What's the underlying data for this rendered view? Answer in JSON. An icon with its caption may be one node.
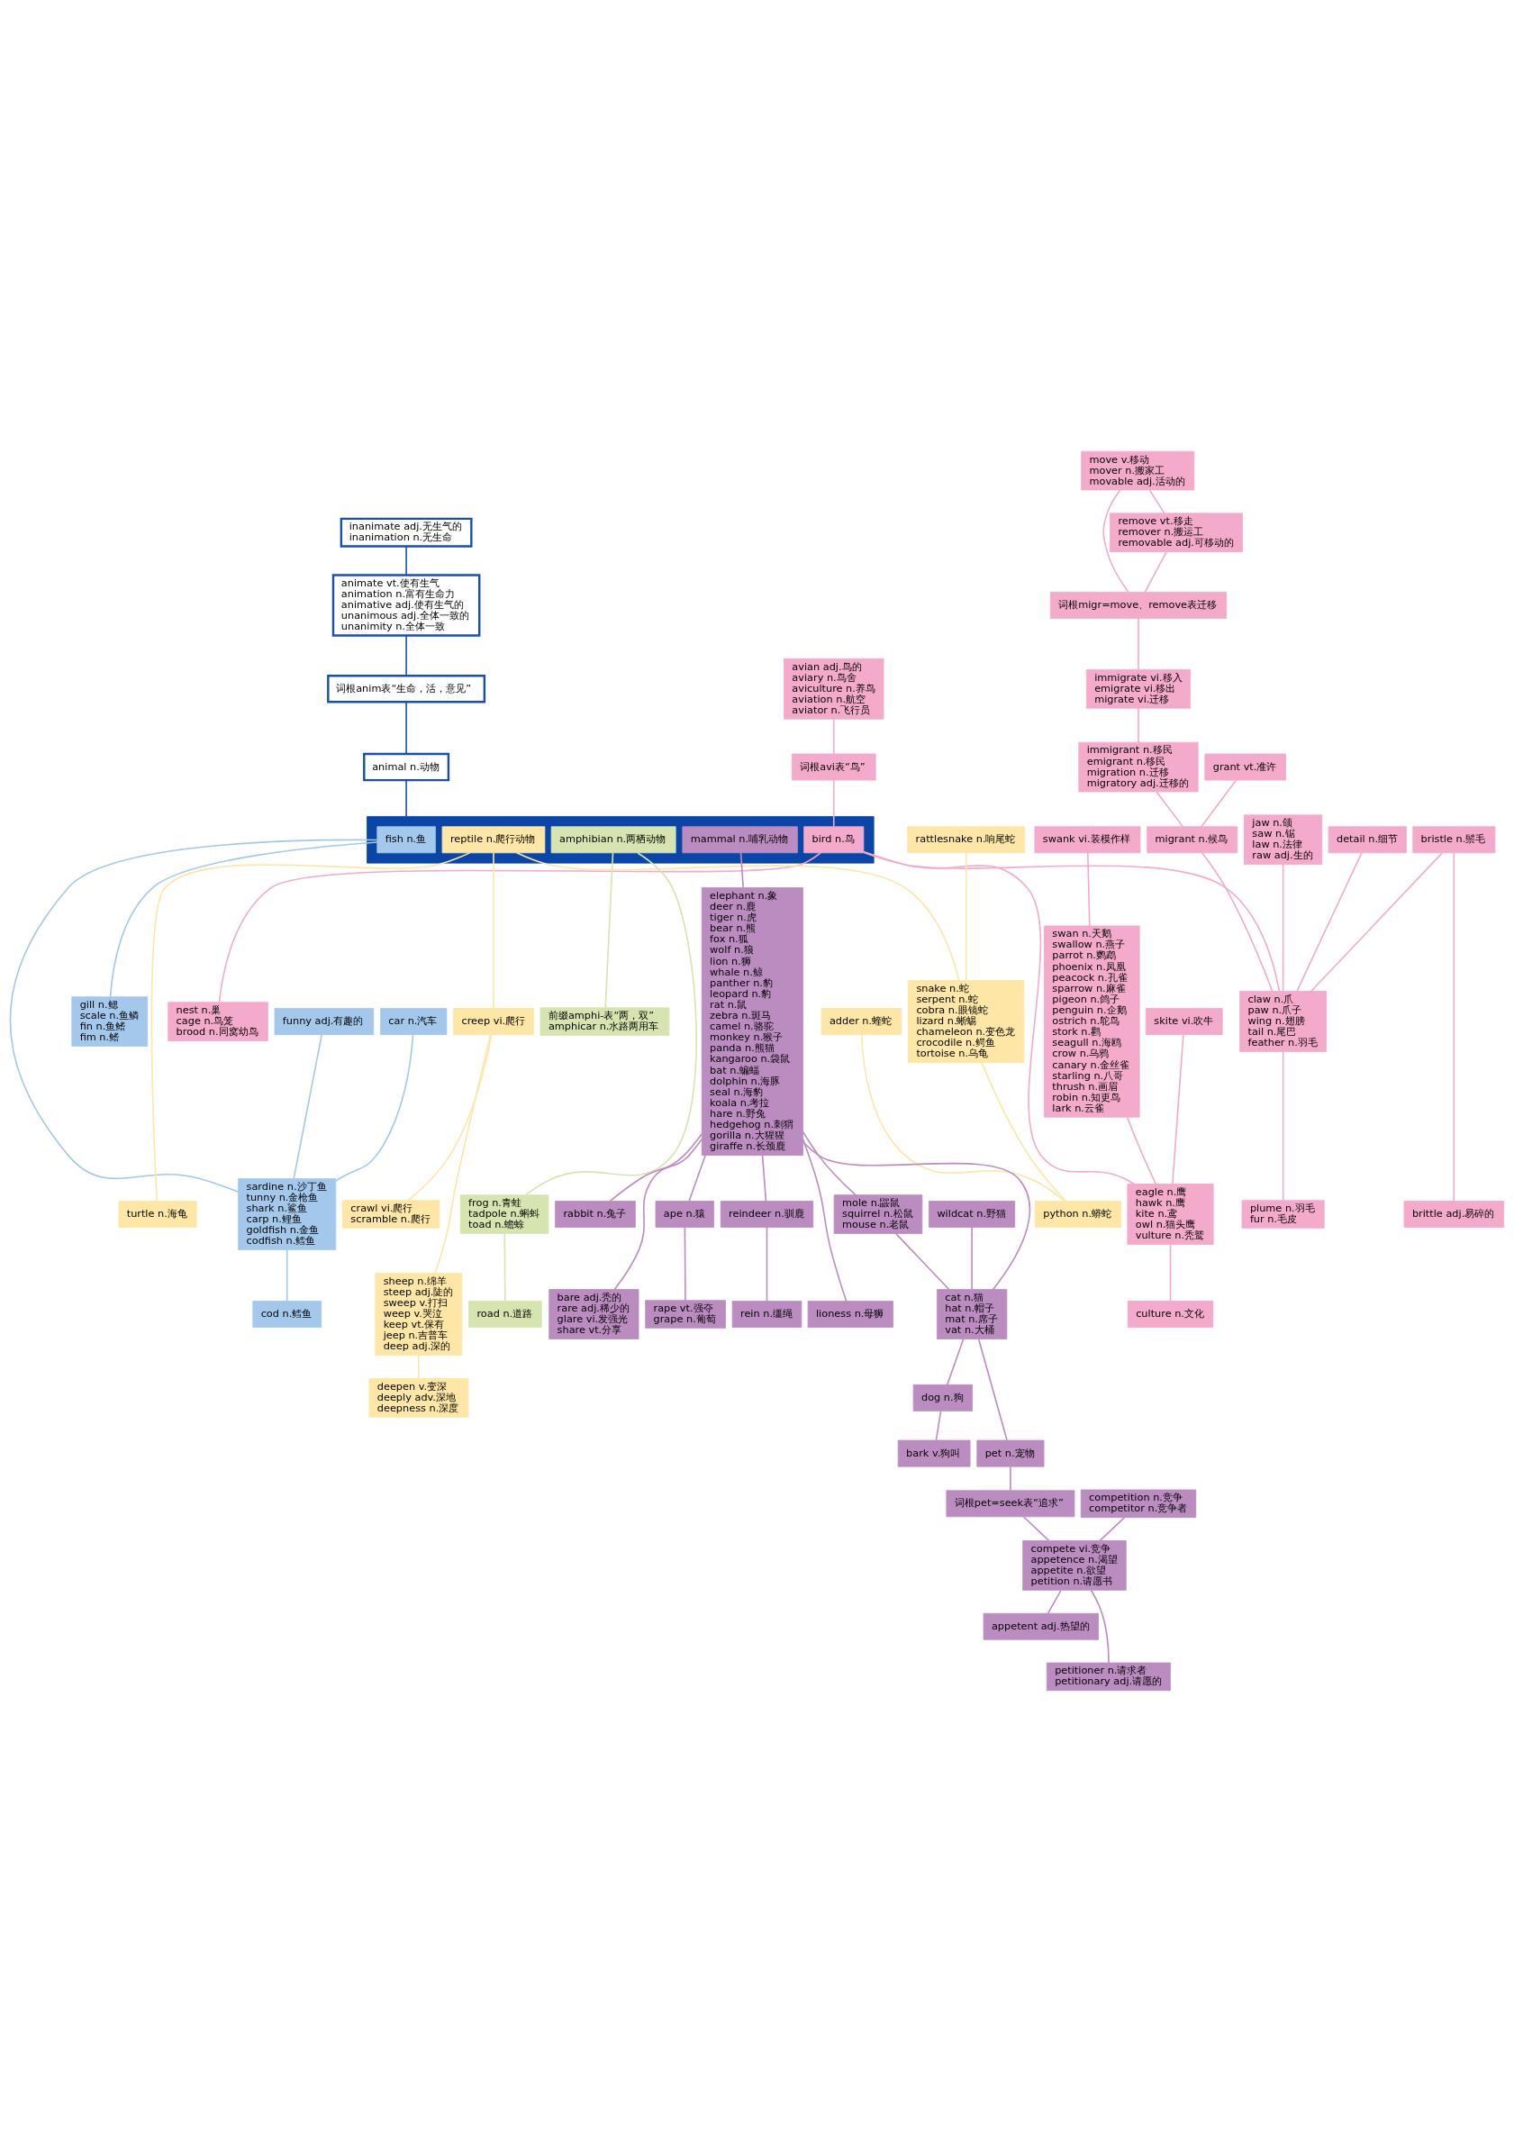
{
  "diagram": {
    "nodes": [
      {
        "text": [
          "inanimate adj.无生气的",
          "inanimation n.无生命"
        ]
      },
      {
        "text": [
          "animate vt.使有生气",
          "animation n.富有生命力",
          "animative adj.使有生气的",
          "unanimous adj.全体一致的",
          "unanimity n.全体一致"
        ]
      },
      {
        "text": [
          "词根anim表“生命，活，意见”"
        ]
      },
      {
        "text": [
          "animal n.动物"
        ]
      },
      {
        "text": [
          "move v.移动",
          "mover n.搬家工",
          "movable adj.活动的"
        ]
      },
      {
        "text": [
          "remove vt.移走",
          "remover n.搬运工",
          "removable adj.可移动的"
        ]
      },
      {
        "text": [
          "词根migr=move、remove表迁移"
        ]
      },
      {
        "text": [
          "immigrate vi.移入",
          "emigrate vi.移出",
          "migrate vi.迁移"
        ]
      },
      {
        "text": [
          "immigrant n.移民",
          "emigrant n.移民",
          "migration n.迁移",
          "migratory adj.迁移的"
        ]
      },
      {
        "text": [
          "swank vi.装模作样"
        ]
      },
      {
        "text": [
          "swan n.天鹅",
          "swallow n.燕子",
          "parrot n.鹦鹉",
          "phoenix n.凤凰",
          "peacock n.孔雀",
          "sparrow n.麻雀",
          "pigeon n.鸽子",
          "penguin n.企鹅",
          "ostrich n.鸵鸟",
          "stork n.鹳",
          "seagull n.海鸥",
          "crow n.乌鸦",
          "canary n.金丝雀",
          "starling n.八哥",
          "thrush n.画眉",
          "robin n.知更鸟",
          "lark n.云雀"
        ]
      },
      {
        "text": [
          "funny adj.有趣的"
        ]
      },
      {
        "text": [
          "gill n.鳃",
          "scale n.鱼鳞",
          "fin n.鱼鳍",
          "fim n.鳍"
        ]
      },
      {
        "text": [
          "sardine n.沙丁鱼",
          "tunny n.金枪鱼",
          "shark n.鲨鱼",
          "carp n.鲤鱼",
          "goldfish n.金鱼",
          "codfish n.鳕鱼"
        ]
      },
      {
        "text": [
          "car n.汽车"
        ]
      },
      {
        "text": [
          "cod n.鳕鱼"
        ]
      },
      {
        "text": [
          "grant vt.准许"
        ]
      },
      {
        "text": [
          "migrant n.候鸟"
        ]
      },
      {
        "text": [
          "jaw n.颌",
          "saw n.锯",
          "law n.法律",
          "raw adj.生的"
        ]
      },
      {
        "text": [
          "claw n.爪",
          "paw n.爪子",
          "wing n.翅膀",
          "tail n.尾巴",
          "feather n.羽毛"
        ]
      },
      {
        "text": [
          "detail n.细节"
        ]
      },
      {
        "text": [
          "bristle n.鬃毛"
        ]
      },
      {
        "text": [
          "brittle adj.易碎的"
        ]
      },
      {
        "text": [
          "plume n.羽毛",
          "fur n.毛皮"
        ]
      },
      {
        "text": [
          "avian adj.鸟的",
          "aviary n.鸟舍",
          "aviculture n.养鸟",
          "aviation n.航空",
          "aviator n.飞行员"
        ]
      },
      {
        "text": [
          "词根avi表“鸟”"
        ]
      },
      {
        "text": [],
        "shape": "box"
      },
      {
        "text": [
          "fish n.鱼"
        ],
        "in": 26
      },
      {
        "text": [
          "bird n.鸟"
        ],
        "in": 26
      },
      {
        "text": [
          "reptile n.爬行动物"
        ],
        "in": 26
      },
      {
        "text": [
          "amphibian n.两栖动物"
        ],
        "in": 26
      },
      {
        "text": [
          "mammal n.哺乳动物"
        ],
        "in": 26
      },
      {
        "text": [
          "skite vi.吹牛"
        ]
      },
      {
        "text": [
          "eagle n.鹰",
          "hawk n.鹰",
          "kite n.鸢",
          "owl n.猫头鹰",
          "vulture n.秃鹫"
        ]
      },
      {
        "text": [
          "culture n.文化"
        ]
      },
      {
        "text": [
          "nest n.巢",
          "cage n.鸟笼",
          "brood n.同窝幼鸟"
        ]
      },
      {
        "text": [
          "adder n.蝰蛇"
        ]
      },
      {
        "text": [
          "elephant n.象",
          "deer n.鹿",
          "tiger n.虎",
          "bear n.熊",
          "fox n.狐",
          "wolf n.狼",
          "lion n.狮",
          "whale n.鲸",
          "panther n.豹",
          "leopard n.豹",
          "rat n.鼠",
          "zebra n.斑马",
          "camel n.骆驼",
          "monkey n.猴子",
          "panda n.熊猫",
          "kangaroo n.袋鼠",
          "bat n.蝙蝠",
          "dolphin n.海豚",
          "seal n.海豹",
          "koala n.考拉",
          "hare n.野兔",
          "hedgehog n.刺猬",
          "gorilla n.大猩猩",
          "giraffe n.长颈鹿"
        ]
      },
      {
        "text": [
          "reindeer n.驯鹿"
        ]
      },
      {
        "text": [
          "rein n.缰绳"
        ]
      },
      {
        "text": [
          "lioness n.母狮"
        ]
      },
      {
        "text": [
          "mole n.鼹鼠",
          "squirrel n.松鼠",
          "mouse n.老鼠"
        ]
      },
      {
        "text": [
          "wildcat n.野猫"
        ]
      },
      {
        "text": [
          "cat n.猫",
          "hat n.帽子",
          "mat n.席子",
          "vat n.大桶"
        ]
      },
      {
        "text": [
          "dog n.狗"
        ]
      },
      {
        "text": [
          "bark v.狗叫"
        ]
      },
      {
        "text": [
          "pet n.宠物"
        ]
      },
      {
        "text": [
          "前缀amphi-表“两，双”",
          "amphicar n.水路两用车"
        ]
      },
      {
        "text": [
          "frog n.青蛙",
          "tadpole n.蝌蚪",
          "toad n.蟾蜍"
        ]
      },
      {
        "text": [
          "road n.道路"
        ]
      },
      {
        "text": [
          "rattlesnake n.响尾蛇"
        ]
      },
      {
        "text": [
          "snake n.蛇",
          "serpent n.蛇",
          "cobra n.眼镜蛇",
          "lizard n.蜥蜴",
          "chameleon n.变色龙",
          "crocodile n.鳄鱼",
          "tortoise n.乌龟"
        ]
      },
      {
        "text": [
          "python n.蟒蛇"
        ]
      },
      {
        "text": [
          "turtle n.海龟"
        ]
      },
      {
        "text": [
          "词根pet=seek表“追求”"
        ]
      },
      {
        "text": [
          "competition n.竞争",
          "competitor n.竞争者"
        ]
      },
      {
        "text": [
          "compete vi.竞争",
          "appetence n.渴望",
          "appetite n.欲望",
          "petition n.请愿书"
        ]
      },
      {
        "text": [
          "appetent adj.热望的"
        ]
      },
      {
        "text": [
          "petitioner n.请求者",
          "petitionary adj.请愿的"
        ]
      },
      {
        "text": [
          "rabbit n.兔子"
        ]
      },
      {
        "text": [
          "bare adj.秃的",
          "rare adj.稀少的",
          "glare vi.发强光",
          "share vt.分享"
        ]
      },
      {
        "text": [
          "ape n.猿"
        ]
      },
      {
        "text": [
          "rape vt.强夺",
          "grape n.葡萄"
        ]
      },
      {
        "text": [
          "creep vi.爬行"
        ]
      },
      {
        "text": [
          "crawl vi.爬行",
          "scramble n.爬行"
        ]
      },
      {
        "text": [
          "sheep n.绵羊",
          "steep adj.陡的",
          "sweep v.打扫",
          "weep v.哭泣",
          "keep vt.保有",
          "jeep n.吉普车",
          "deep adj.深的"
        ]
      },
      {
        "text": [
          "deepen v.变深",
          "deeply adv.深地",
          "deepness n.深度"
        ]
      }
    ],
    "edges": [
      {
        "from": 0,
        "to": 1,
        "arrow": "none",
        "color": "#1a4fb0"
      },
      {
        "from": 1,
        "to": 2,
        "arrow": "none",
        "color": "#1a4fb0"
      },
      {
        "from": 2,
        "to": 3,
        "arrow": "none",
        "color": "#1a4fb0"
      },
      {
        "from": 3,
        "to": 26,
        "arrow": "none",
        "color": "#1a4fb0"
      },
      {
        "from": 4,
        "to": 5,
        "arrow": "none"
      },
      {
        "from": 4,
        "to": 6,
        "arrow": "none"
      },
      {
        "from": 5,
        "to": 6,
        "arrow": "none"
      },
      {
        "from": 6,
        "to": 7,
        "arrow": "none"
      },
      {
        "from": 7,
        "to": 8,
        "arrow": "none"
      },
      {
        "from": 8,
        "to": 17,
        "arrow": "none"
      },
      {
        "from": 16,
        "to": 17,
        "arrow": "none"
      },
      {
        "from": 17,
        "to": 19,
        "arrow": "none"
      },
      {
        "from": 28,
        "to": 19,
        "arrow": "none"
      },
      {
        "from": 18,
        "to": 19,
        "arrow": "none"
      },
      {
        "from": 20,
        "to": 19,
        "arrow": "none"
      },
      {
        "from": 21,
        "to": 19,
        "arrow": "none"
      },
      {
        "from": 21,
        "to": 22,
        "arrow": "none"
      },
      {
        "from": 19,
        "to": 23,
        "arrow": "none"
      },
      {
        "from": 28,
        "to": 33,
        "arrow": "none"
      },
      {
        "from": 32,
        "to": 33,
        "arrow": "none"
      },
      {
        "from": 10,
        "to": 33,
        "arrow": "none"
      },
      {
        "from": 9,
        "to": 10,
        "arrow": "none"
      },
      {
        "from": 33,
        "to": 34,
        "arrow": "none"
      },
      {
        "from": 28,
        "to": 35,
        "arrow": "none"
      },
      {
        "from": 25,
        "to": 28,
        "arrow": "none"
      },
      {
        "from": 24,
        "to": 25,
        "arrow": "none"
      },
      {
        "from": 27,
        "to": 12,
        "arrow": "none",
        "color": "#a3c8ec"
      },
      {
        "from": 27,
        "to": 13,
        "arrow": "none",
        "color": "#a3c8ec"
      },
      {
        "from": 11,
        "to": 13,
        "arrow": "none",
        "color": "#a3c8ec"
      },
      {
        "from": 14,
        "to": 13,
        "arrow": "none",
        "color": "#a3c8ec"
      },
      {
        "from": 13,
        "to": 15,
        "arrow": "none",
        "color": "#a3c8ec"
      },
      {
        "from": 31,
        "to": 37,
        "arrow": "none",
        "color": "#bb8cc0"
      },
      {
        "from": 37,
        "to": 38,
        "arrow": "none",
        "color": "#bb8cc0"
      },
      {
        "from": 38,
        "to": 39,
        "arrow": "none",
        "color": "#bb8cc0"
      },
      {
        "from": 37,
        "to": 40,
        "arrow": "none",
        "color": "#bb8cc0"
      },
      {
        "from": 37,
        "to": 41,
        "arrow": "none",
        "color": "#bb8cc0"
      },
      {
        "from": 37,
        "to": 43,
        "arrow": "none",
        "color": "#bb8cc0"
      },
      {
        "from": 41,
        "to": 43,
        "arrow": "none",
        "color": "#bb8cc0"
      },
      {
        "from": 42,
        "to": 43,
        "arrow": "none",
        "color": "#bb8cc0"
      },
      {
        "from": 43,
        "to": 44,
        "arrow": "none",
        "color": "#bb8cc0"
      },
      {
        "from": 44,
        "to": 45,
        "arrow": "none",
        "color": "#bb8cc0"
      },
      {
        "from": 43,
        "to": 46,
        "arrow": "none",
        "color": "#bb8cc0"
      },
      {
        "from": 46,
        "to": 54,
        "arrow": "none",
        "color": "#bb8cc0"
      },
      {
        "from": 54,
        "to": 56,
        "arrow": "none",
        "color": "#bb8cc0"
      },
      {
        "from": 55,
        "to": 56,
        "arrow": "none",
        "color": "#bb8cc0"
      },
      {
        "from": 56,
        "to": 57,
        "arrow": "none",
        "color": "#bb8cc0"
      },
      {
        "from": 56,
        "to": 58,
        "arrow": "none",
        "color": "#bb8cc0"
      },
      {
        "from": 37,
        "to": 59,
        "arrow": "none",
        "color": "#bb8cc0"
      },
      {
        "from": 37,
        "to": 60,
        "arrow": "none",
        "color": "#bb8cc0"
      },
      {
        "from": 37,
        "to": 61,
        "arrow": "none",
        "color": "#bb8cc0"
      },
      {
        "from": 61,
        "to": 62,
        "arrow": "none",
        "color": "#bb8cc0"
      },
      {
        "from": 30,
        "to": 47,
        "arrow": "none",
        "color": "#d6e5b0"
      },
      {
        "from": 30,
        "to": 48,
        "arrow": "none",
        "color": "#d6e5b0"
      },
      {
        "from": 48,
        "to": 49,
        "arrow": "none",
        "color": "#d6e5b0"
      },
      {
        "from": 29,
        "to": 51,
        "arrow": "none",
        "color": "#fde6a6"
      },
      {
        "from": 29,
        "to": 53,
        "arrow": "none",
        "color": "#fde6a6"
      },
      {
        "from": 29,
        "to": 63,
        "arrow": "none",
        "color": "#fde6a6"
      },
      {
        "from": 50,
        "to": 51,
        "arrow": "none",
        "color": "#fde6a6"
      },
      {
        "from": 51,
        "to": 52,
        "arrow": "none",
        "color": "#fde6a6"
      },
      {
        "from": 36,
        "to": 52,
        "arrow": "none",
        "color": "#fde6a6"
      },
      {
        "from": 63,
        "to": 64,
        "arrow": "none",
        "color": "#fde6a6"
      },
      {
        "from": 63,
        "to": 65,
        "arrow": "none",
        "color": "#fde6a6"
      },
      {
        "from": 65,
        "to": 66,
        "arrow": "none",
        "color": "#fde6a6"
      }
    ]
  }
}
